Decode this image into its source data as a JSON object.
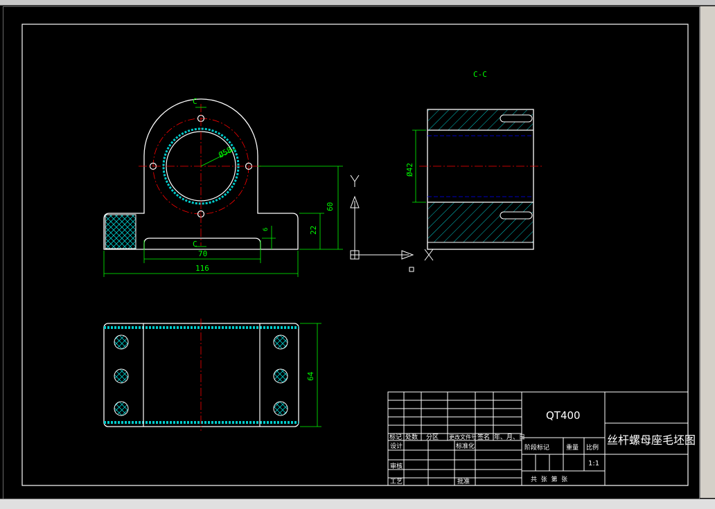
{
  "drawing": {
    "section_label": "C-C",
    "cut_mark_top": "C",
    "cut_mark_bottom": "C",
    "dim_radius": "Ø58",
    "dim_base_width": "116",
    "dim_inner_width": "70",
    "dim_height_total": "60",
    "dim_height_axis": "22",
    "dim_step": "6",
    "dim_bore": "Ø42",
    "dim_top_width": "64",
    "ucs_y": "Y",
    "ucs_x": "X"
  },
  "title_block": {
    "material": "QT400",
    "title": "丝杆螺母座毛坯图",
    "scale": "1:1",
    "row_header": [
      "标记",
      "处数",
      "分区",
      "更改文件号",
      "签名",
      "年、月、日"
    ],
    "design": "设计",
    "standardize": "标准化",
    "stage_mark": "阶段标记",
    "weight": "重量",
    "ratio": "比例",
    "review": "审核",
    "process": "工艺",
    "approve": "批准",
    "sheets": "共  张  第  张"
  },
  "colors": {
    "outline": "#ffffff",
    "hatch": "#00cccc",
    "center": "#ff0000",
    "dimension": "#00ff00",
    "hidden": "#0000ff"
  }
}
